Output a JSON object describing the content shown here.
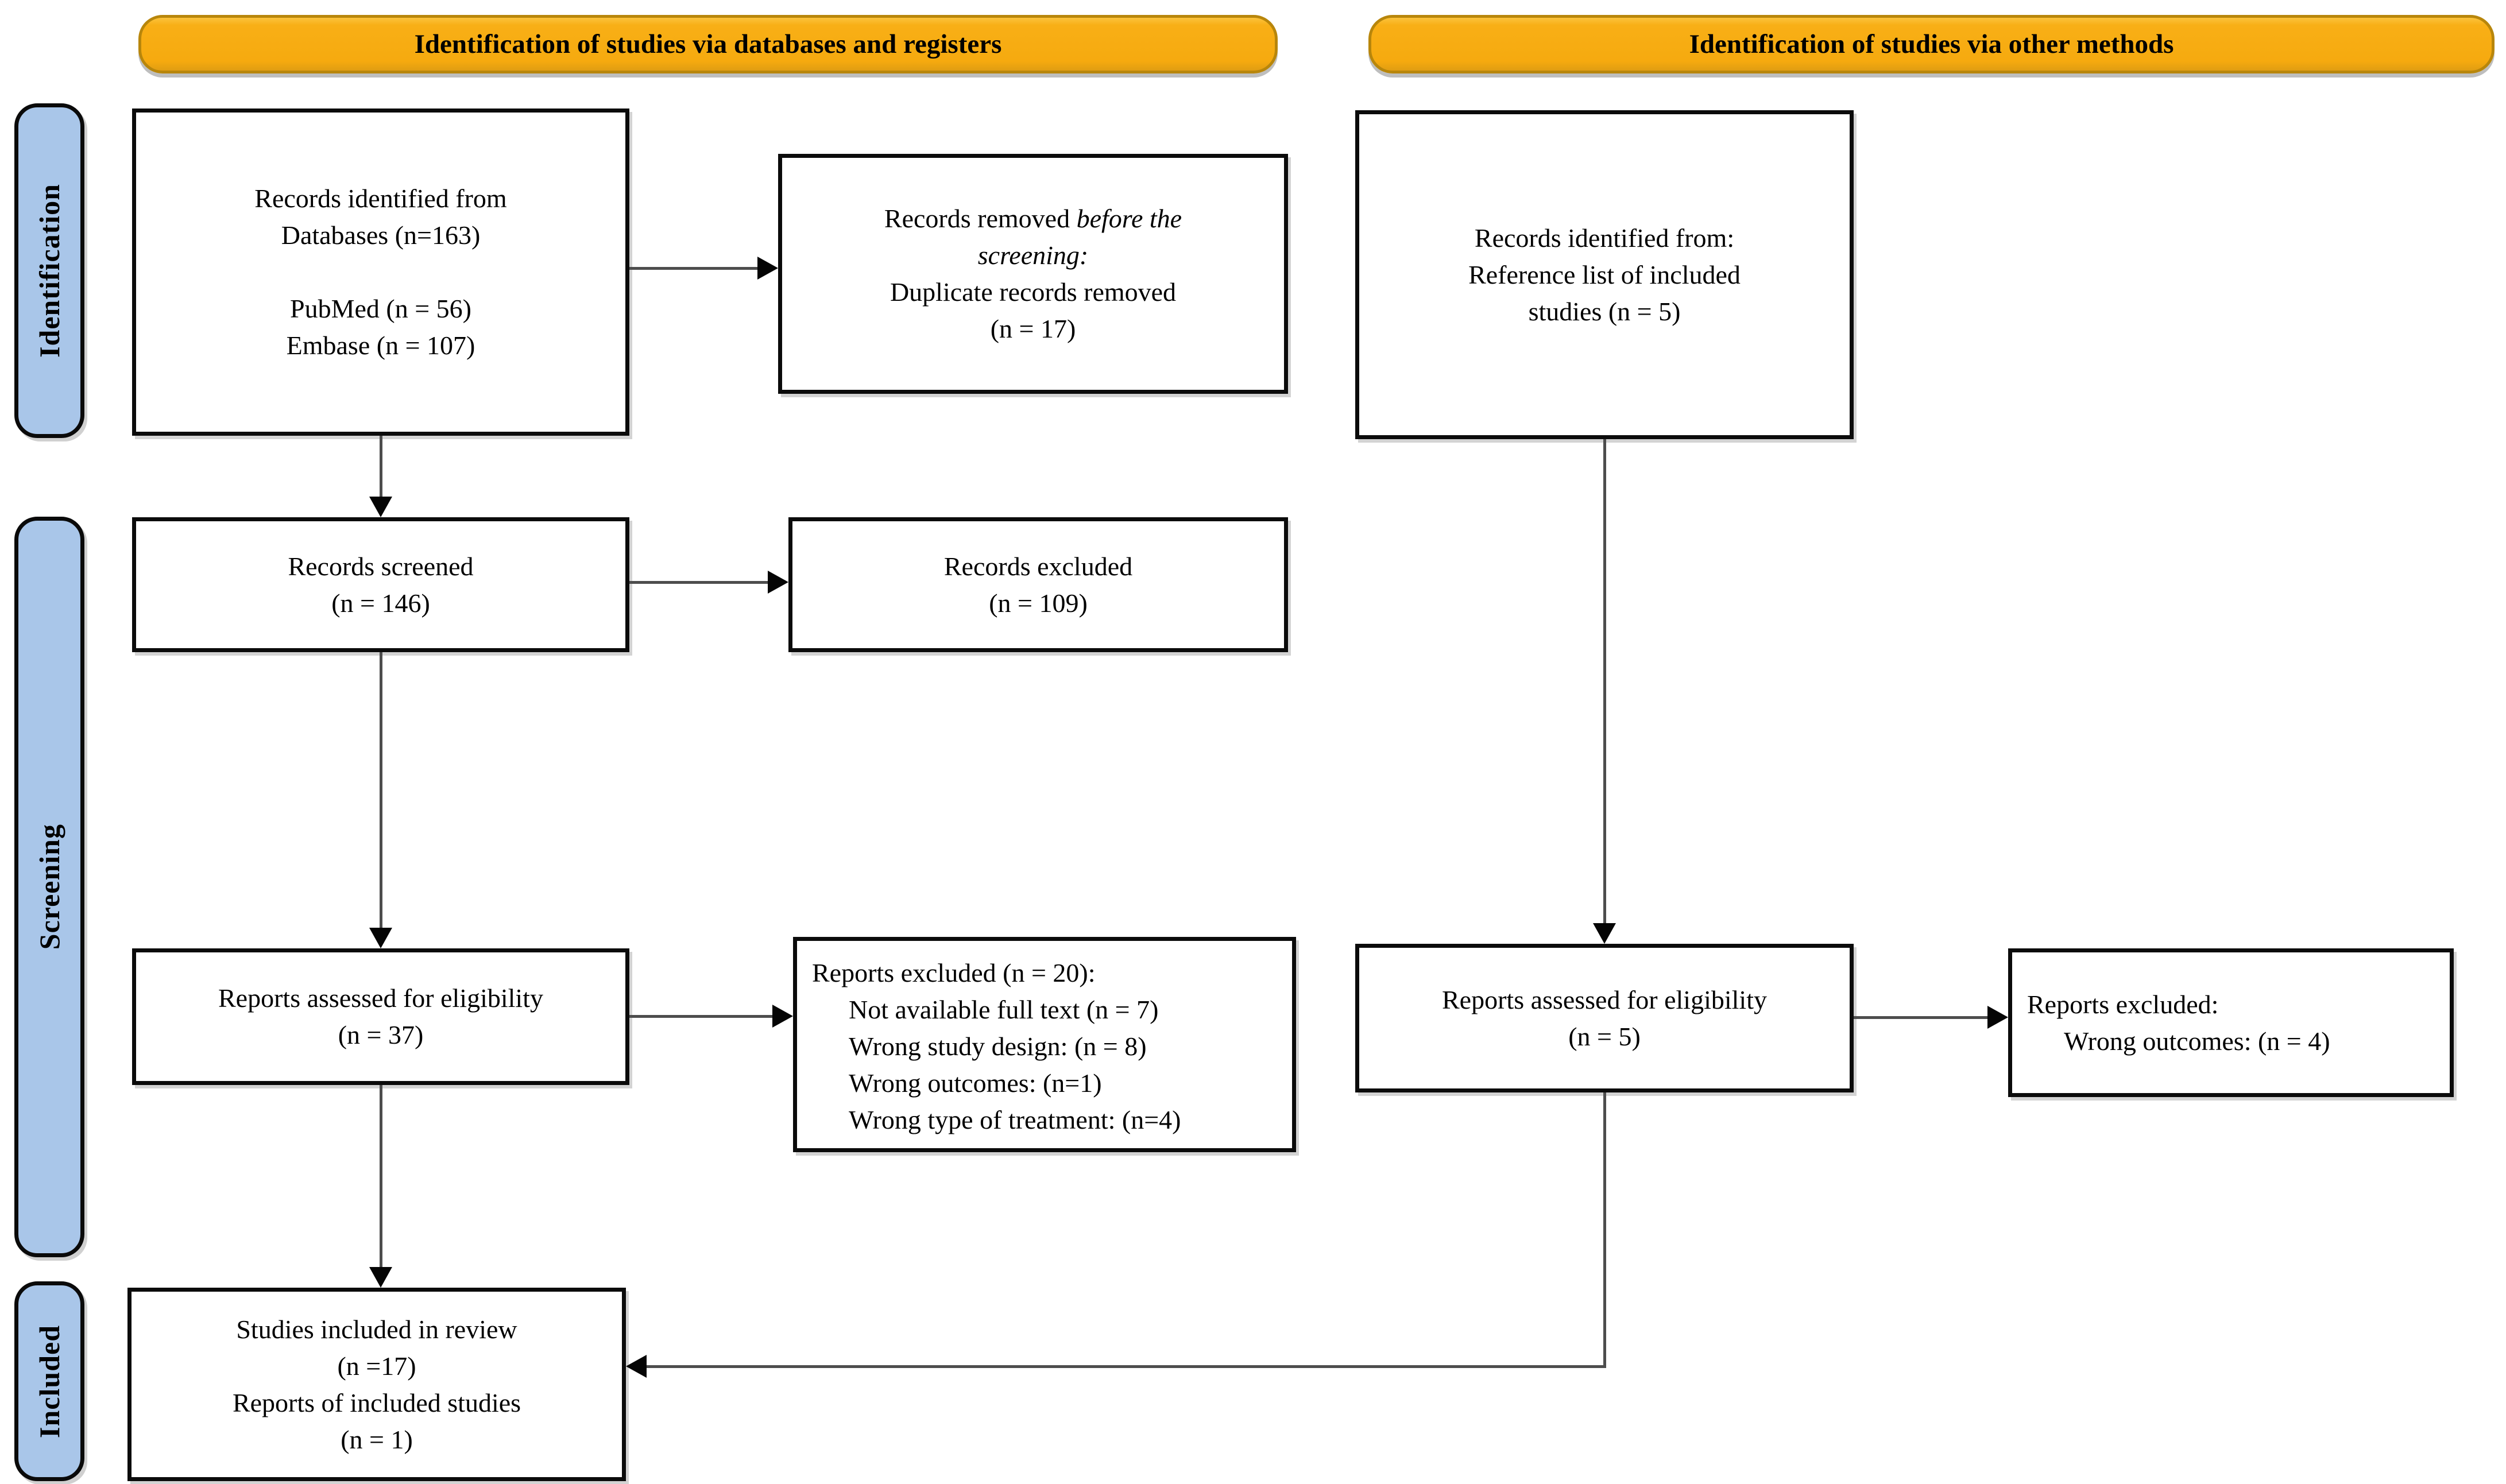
{
  "banners": {
    "databases": "Identification of studies via databases and registers",
    "other_methods": "Identification of studies via other methods"
  },
  "stages": {
    "identification": "Identification",
    "screening": "Screening",
    "included": "Included"
  },
  "boxes": {
    "identified_databases": {
      "lines": [
        "Records identified from",
        "Databases (n=163)",
        "",
        "PubMed (n = 56)",
        "Embase (n = 107)"
      ]
    },
    "removed_before_screening": {
      "prefix": "Records removed ",
      "italic_1": "before the",
      "italic_2": "screening:",
      "lines": [
        "Duplicate records removed",
        "(n = 17)"
      ]
    },
    "identified_other": {
      "lines": [
        "Records identified from:",
        "Reference list of included",
        "studies (n = 5)"
      ]
    },
    "records_screened": {
      "lines": [
        "Records screened",
        "(n = 146)"
      ]
    },
    "records_excluded": {
      "lines": [
        "Records excluded",
        "(n = 109)"
      ]
    },
    "assessed_databases": {
      "lines": [
        "Reports assessed for eligibility",
        "(n = 37)"
      ]
    },
    "excluded_databases": {
      "header": "Reports excluded (n = 20):",
      "items": [
        "Not available full text (n = 7)",
        "Wrong study design: (n = 8)",
        "Wrong outcomes: (n=1)",
        "Wrong type of treatment: (n=4)"
      ]
    },
    "assessed_other": {
      "lines": [
        "Reports assessed for eligibility",
        "(n = 5)"
      ]
    },
    "excluded_other": {
      "header": "Reports excluded:",
      "items": [
        "Wrong outcomes: (n = 4)"
      ]
    },
    "included_review": {
      "lines": [
        "Studies included in review",
        "(n =17)",
        "Reports of included studies",
        "(n = 1)"
      ]
    }
  },
  "colors": {
    "banner_fill": "#F6AA0F",
    "banner_border": "#B8860B",
    "stage_fill": "#A9C6E9",
    "stage_border": "#0A0A0A",
    "box_border": "#0B0B0B",
    "arrow_line": "#4D4D4D",
    "arrow_head": "#050505"
  }
}
